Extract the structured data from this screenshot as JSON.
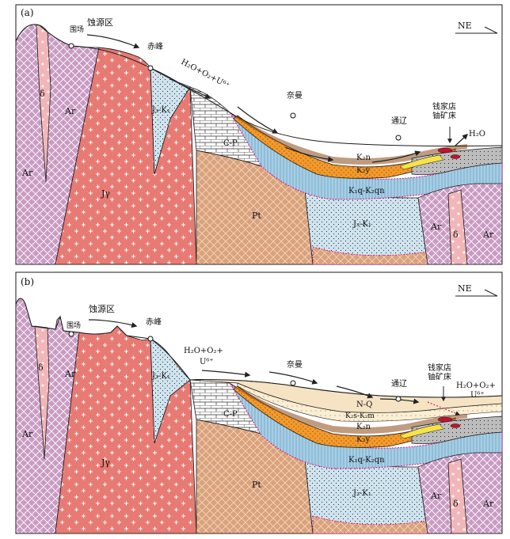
{
  "colors": {
    "archean": "#c99bc3",
    "granite": "#e87a74",
    "pink_dike": "#f2b6b8",
    "blue_dots": "#cfe4ef",
    "brown_pt": "#d9a27b",
    "orange": "#f39a2b",
    "yellow": "#f7e24a",
    "striped_blue": "#a7cfe6",
    "gray_dots": "#bdbdbd",
    "beige": "#f5e3c4",
    "outline": "#1a1a1a",
    "magenta_line": "#e4007f",
    "ore_red": "#c8102e"
  },
  "panel_a": {
    "tag": "(a)",
    "north": "NE",
    "erosion_zone": "蚀源区",
    "loc_weichang": "围场",
    "loc_chifeng": "赤峰",
    "loc_naiman": "奈曼",
    "loc_tongliao": "通辽",
    "deposit": "钱家店\n铀矿床",
    "fluid_label": "H₂O+O₂+U⁶⁺",
    "h2o": "H₂O",
    "unit_ar_left": "Ar",
    "unit_ar_mid": "Ar",
    "unit_delta": "δ",
    "unit_jgamma": "Jγ",
    "unit_jk_small": "J₃-K₁",
    "unit_cp": "C-P",
    "unit_pt": "Pt",
    "unit_k2n": "K₂n",
    "unit_k2y": "K₂y",
    "unit_k1q": "K₁q-K₂qn",
    "unit_jk_big": "J₃-K₁",
    "unit_ar_right": "Ar",
    "unit_delta_right": "δ",
    "unit_ar_far": "Ar"
  },
  "panel_b": {
    "tag": "(b)",
    "north": "NE",
    "erosion_zone": "蚀源区",
    "loc_weichang": "围场",
    "loc_chifeng": "赤峰",
    "loc_naiman": "奈曼",
    "loc_tongliao": "通辽",
    "deposit": "钱家店\n铀矿床",
    "fluid_label_1": "H₂O+O₂+",
    "fluid_label_2": "U⁶⁺",
    "fluid_label_r1": "H₂O+O₂+",
    "fluid_label_r2": "U⁶⁺",
    "unit_ar_left": "Ar",
    "unit_ar_mid": "Ar",
    "unit_delta": "δ",
    "unit_jgamma": "Jγ",
    "unit_jk_small": "J₃-K₁",
    "unit_cp": "C-P",
    "unit_pt": "Pt",
    "unit_nq": "N-Q",
    "unit_k2s": "K₂s-K₂m",
    "unit_k2n": "K₂n",
    "unit_k2y": "K₂y",
    "unit_k1q": "K₁q-K₂qn",
    "unit_jk_big": "J₃-K₁",
    "unit_ar_right": "Ar",
    "unit_delta_right": "δ",
    "unit_ar_far": "Ar"
  }
}
